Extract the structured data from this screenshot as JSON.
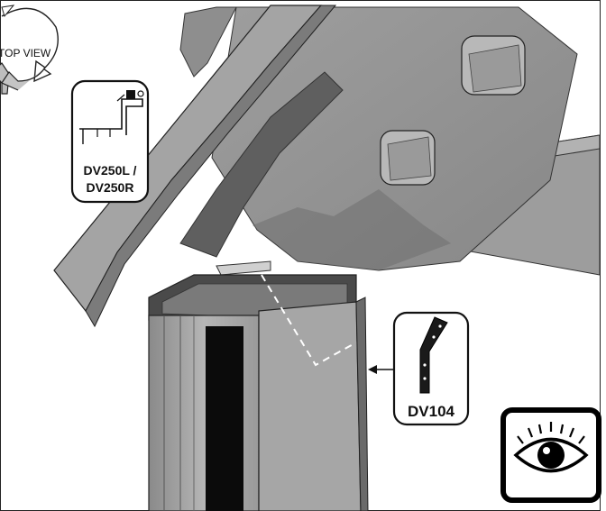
{
  "view_badge": {
    "label": "TOP VIEW"
  },
  "callouts": [
    {
      "id": "dv250",
      "line1": "DV250L /",
      "line2": "DV250R"
    },
    {
      "id": "dv104",
      "label": "DV104"
    }
  ],
  "icons": {
    "inspect": "eye-icon",
    "rotate": "rotate-arrows-icon"
  },
  "colors": {
    "steel_light": "#a9a9a9",
    "steel_mid": "#8f8f8f",
    "steel_dark": "#5c5c5c",
    "outline": "#222222",
    "frame_black": "#000000"
  }
}
